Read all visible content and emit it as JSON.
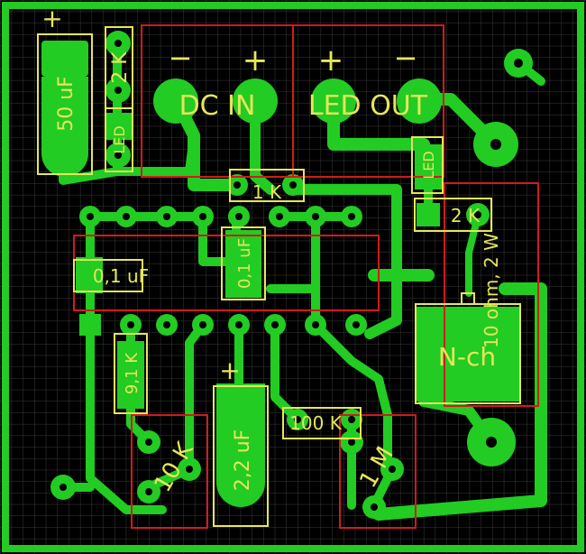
{
  "colors": {
    "background": "#000000",
    "grid": "#3a3a3a",
    "copper": "#22cc22",
    "silkscreen": "#e6e65a",
    "keepout": "#d11b1b"
  },
  "labels": {
    "cap_50uf": "50 uF",
    "cap_50uf_plus": "+",
    "res_2k_top": "2 K",
    "led_left": "LED",
    "dc_in": "DC IN",
    "dc_minus": "−",
    "dc_plus": "+",
    "led_out": "LED OUT",
    "led_out_plus": "+",
    "led_out_minus": "−",
    "res_1k": "1 K",
    "led_right": "LED",
    "res_2k_right": "2 K",
    "res_10ohm": "10 ohm, 2 W",
    "cap_01uf_left": "0,1 uF",
    "cap_01uf_mid": "0,1 uF",
    "mosfet": "N-ch",
    "res_91k": "9,1 K",
    "cap_22uf_plus": "+",
    "cap_22uf": "2,2 uF",
    "res_100k": "100 K",
    "pot_10k": "10 K",
    "pot_1m": "1 M"
  }
}
